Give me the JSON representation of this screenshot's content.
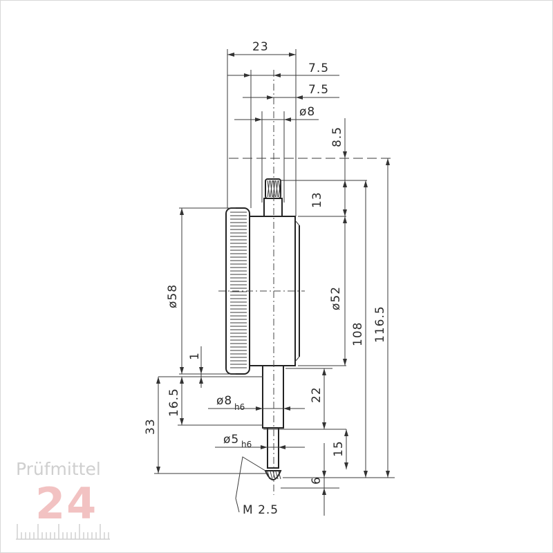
{
  "dimensions": {
    "width_23": "23",
    "offset_7_5_a": "7.5",
    "offset_7_5_b": "7.5",
    "dia_8_top": "ø8",
    "h_8_5": "8.5",
    "h_13": "13",
    "dia_58": "ø58",
    "dia_52": "ø52",
    "h_108": "108",
    "h_116_5": "116.5",
    "h_1": "1",
    "h_16_5": "16.5",
    "h_33": "33",
    "dia_8_h6": "ø8",
    "tol_h6_a": "h6",
    "h_22": "22",
    "dia_5_h6": "ø5",
    "tol_h6_b": "h6",
    "h_15": "15",
    "h_6": "6",
    "thread_m2_5": "M 2.5"
  },
  "logo": {
    "brand": "Prüfmittel",
    "number": "24"
  },
  "colors": {
    "line": "#333333",
    "logo_brand": "#cfcfcf",
    "logo_number": "#f2c2c2"
  }
}
